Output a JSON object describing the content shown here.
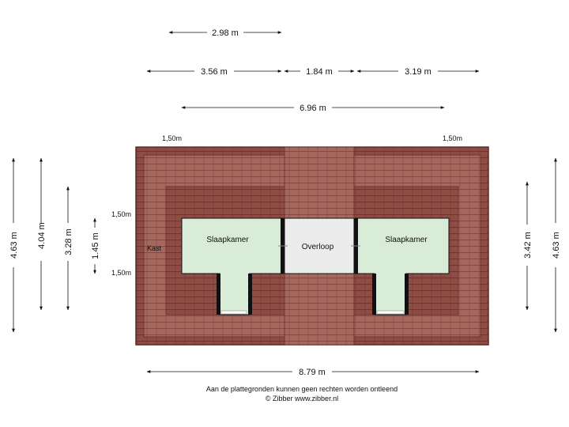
{
  "dimensions": {
    "top_row1": "2.98 m",
    "top_row2_left": "3.56 m",
    "top_row2_mid": "1.84 m",
    "top_row2_right": "3.19 m",
    "top_row3": "6.96 m",
    "left_outer": "4.63 m",
    "left_2": "4.04 m",
    "left_3": "3.28 m",
    "left_4": "1.45 m",
    "right_inner": "3.42 m",
    "right_outer": "4.63 m",
    "bottom": "8.79 m"
  },
  "height_labels": {
    "top_left": "1,50m",
    "top_right": "1,50m",
    "side_upper": "1,50m",
    "side_lower": "1,50m"
  },
  "rooms": {
    "left_bedroom": "Slaapkamer",
    "landing": "Overloop",
    "right_bedroom": "Slaapkamer",
    "closet": "Kast"
  },
  "footer": {
    "disclaimer": "Aan de plattegronden kunnen geen rechten worden ontleend",
    "copyright": "© Zibber www.zibber.nl"
  },
  "colors": {
    "roof": "#8a4a40",
    "roof_light": "#a8706a",
    "room_green": "#d9ecd7",
    "room_grey": "#ececec",
    "wall": "#111111"
  }
}
